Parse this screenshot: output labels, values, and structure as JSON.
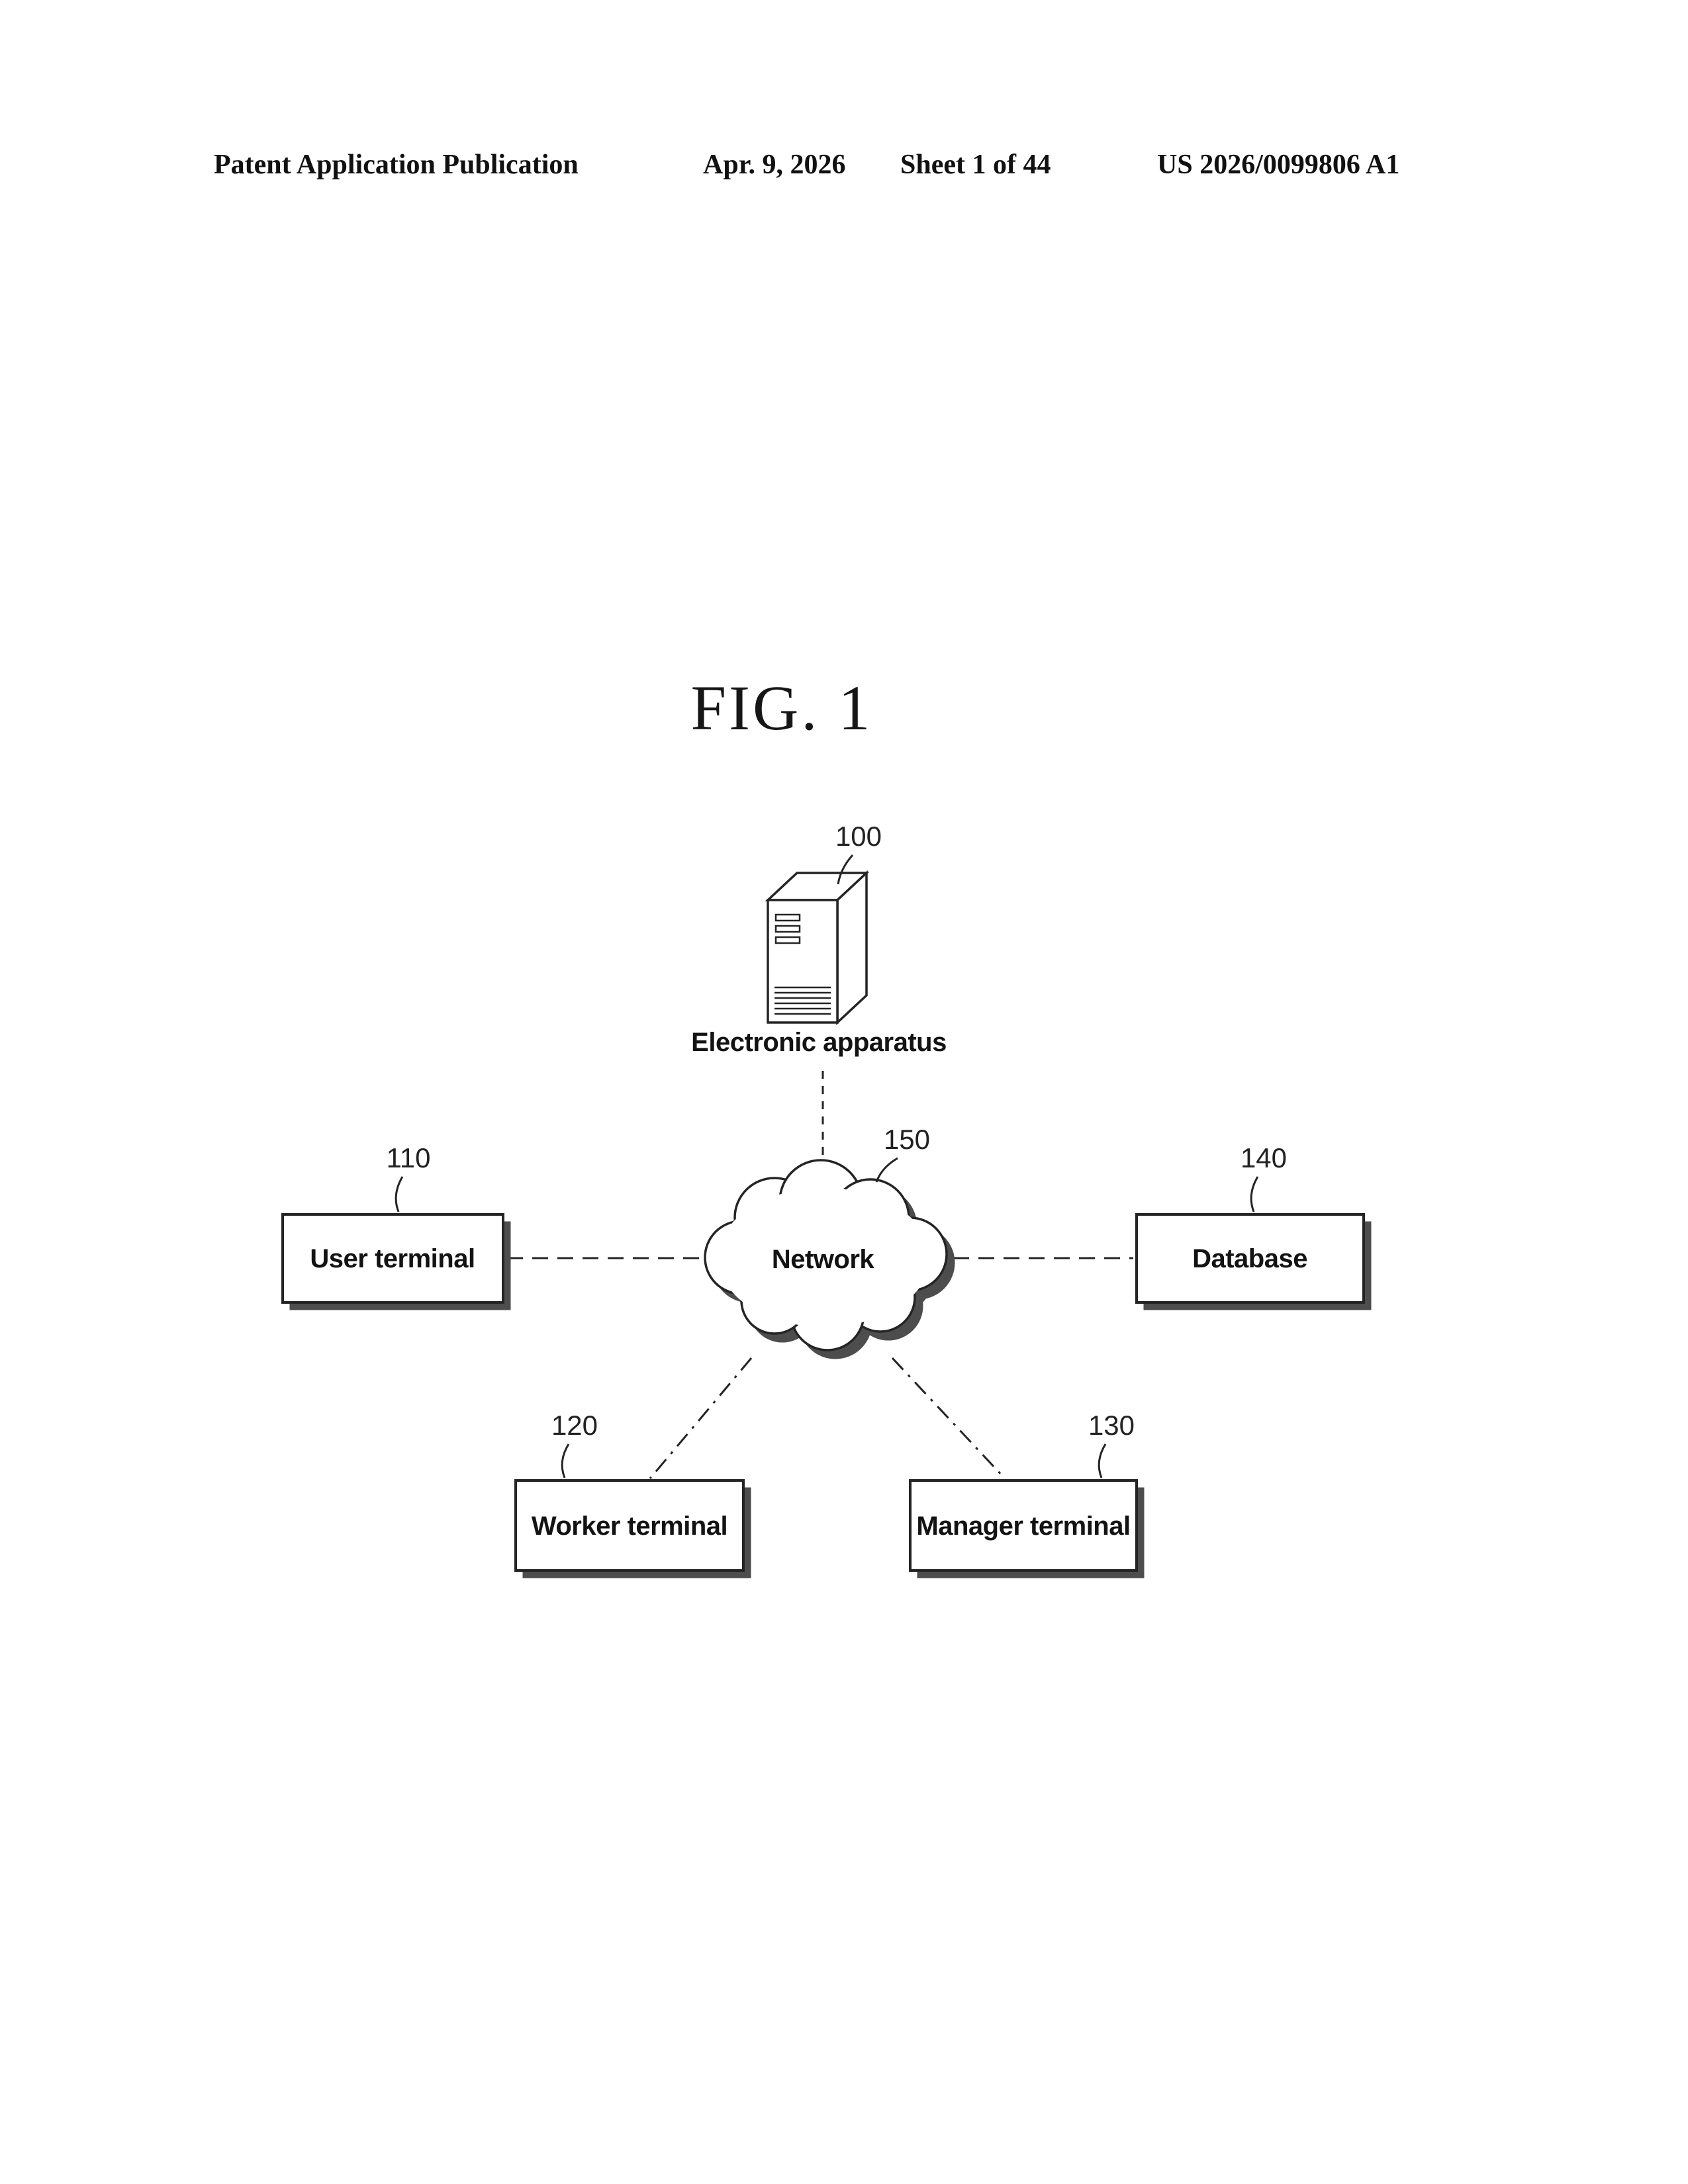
{
  "header": {
    "left": "Patent Application Publication",
    "center_date": "Apr. 9, 2026",
    "center_sheet": "Sheet 1 of 44",
    "right": "US 2026/0099806 A1"
  },
  "figure": {
    "title": "FIG. 1",
    "nodes": {
      "apparatus": {
        "ref": "100",
        "label": "Electronic apparatus"
      },
      "network": {
        "ref": "150",
        "label": "Network"
      },
      "user_terminal": {
        "ref": "110",
        "label": "User terminal"
      },
      "database": {
        "ref": "140",
        "label": "Database"
      },
      "worker_terminal": {
        "ref": "120",
        "label": "Worker terminal"
      },
      "manager_terminal": {
        "ref": "130",
        "label": "Manager terminal"
      }
    }
  },
  "colors": {
    "ink": "#242424",
    "shadow": "#4d4d4d",
    "paper": "#ffffff"
  }
}
